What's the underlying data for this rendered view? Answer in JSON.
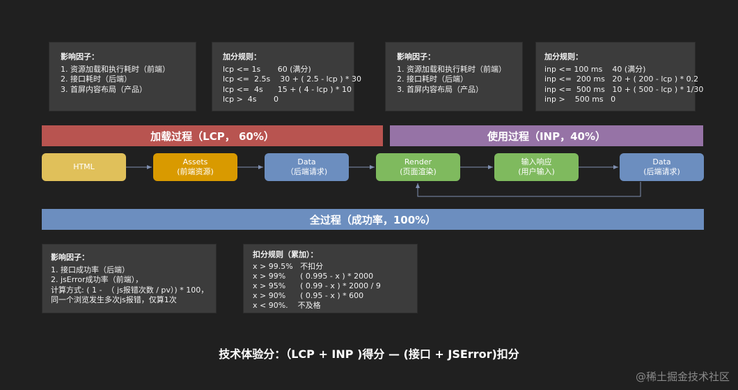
{
  "colors": {
    "background": "#202020",
    "card": "#3c3c3c",
    "lcp_band": "#b85450",
    "inp_band": "#9673a6",
    "all_band": "#6c8ebf",
    "html_node": "#e0c05a",
    "assets_node": "#d99a00",
    "data_node": "#6c8ebf",
    "render_node": "#7fba5e",
    "input_node": "#7fba5e",
    "arrow": "#7f8fb0"
  },
  "cards": {
    "lcp_factors": {
      "title": "影响因子：",
      "lines": [
        "1. 资源加载和执行耗时（前端）",
        "2. 接口耗时（后端）",
        "3. 首屏内容布局（产品）"
      ]
    },
    "lcp_rules": {
      "title": "加分规则：",
      "lines": [
        "lcp <= 1s       60 (满分)",
        "lcp <=  2.5s    30 + ( 2.5 - lcp ) * 30",
        "lcp <=  4s      15 + ( 4 - lcp ) * 10",
        "lcp >  4s       0"
      ]
    },
    "inp_factors": {
      "title": "影响因子：",
      "lines": [
        "1. 资源加载和执行耗时（前端）",
        "2. 接口耗时（后端）",
        "3. 首屏内容布局（产品）"
      ]
    },
    "inp_rules": {
      "title": "加分规则：",
      "lines": [
        "inp <= 100 ms    40 (满分)",
        "inp <=  200 ms   20 + ( 200 - lcp ) * 0.2",
        "inp <=  500 ms   10 + ( 500 - lcp ) * 1/30",
        "inp >    500 ms   0"
      ]
    },
    "all_factors": {
      "title": "影响因子：",
      "lines": [
        "1. 接口成功率（后端）",
        "2. jsError成功率（前端），",
        "计算方式: ( 1 -  （ js报错次数 / pv）) * 100，",
        "同一个浏览发生多次js报错，仅算1次"
      ]
    },
    "all_rules": {
      "title": "扣分规则（累加）：",
      "lines": [
        "x > 99.5%   不扣分",
        "x > 99%      ( 0.995 - x ) * 2000",
        "x > 95%      ( 0.99 - x ) * 2000 / 9",
        "x > 90%      ( 0.95 - x ) * 600",
        "x < 90%.    不及格"
      ]
    }
  },
  "bands": {
    "lcp": "加载过程（LCP， 60%）",
    "inp": "使用过程（INP，40%）",
    "all": "全过程（成功率，100%）"
  },
  "nodes": {
    "html": {
      "l1": "HTML",
      "l2": ""
    },
    "assets": {
      "l1": "Assets",
      "l2": "(前端资源)"
    },
    "data1": {
      "l1": "Data",
      "l2": "（后端请求)"
    },
    "render": {
      "l1": "Render",
      "l2": "(页面渲染)"
    },
    "input": {
      "l1": "输入响应",
      "l2": "(用户输入)"
    },
    "data2": {
      "l1": "Data",
      "l2": "(后端请求)"
    }
  },
  "formula": "技术体验分：（LCP + INP )得分  —  (接口 + JSError)扣分",
  "watermark": "@稀土掘金技术社区"
}
